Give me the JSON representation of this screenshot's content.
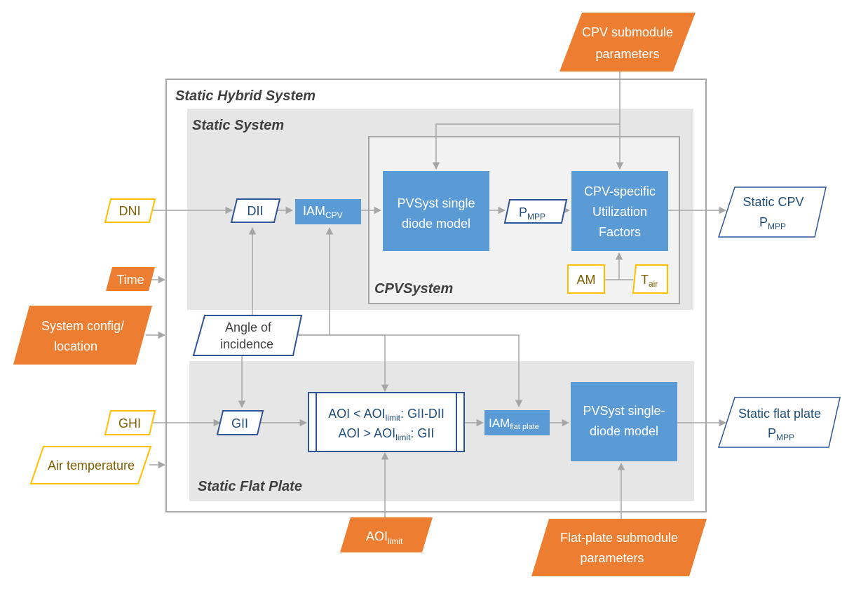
{
  "colors": {
    "orange": "#ED7D31",
    "yellow": "#FFC000",
    "blue_box": "#5B9BD5",
    "dark_blue_stroke": "#2F5597",
    "gray_panel": "#E7E6E6",
    "light_panel": "#F2F2F2",
    "gray_stroke": "#A6A6A6",
    "arrow": "#A6A6A6",
    "text_dark": "#404040",
    "text_olive": "#7F6000",
    "text_blue": "#1F4E79"
  },
  "containers": {
    "hybrid_title": "Static Hybrid System",
    "static_system_title": "Static System",
    "cpv_system_title": "CPVSystem",
    "flat_plate_title": "Static Flat Plate"
  },
  "inputs": {
    "dni": "DNI",
    "ghi": "GHI",
    "air_temperature": "Air temperature",
    "am": "AM",
    "tair_main": "T",
    "tair_sub": "air",
    "time": "Time",
    "system_config_line1": "System config/",
    "system_config_line2": "location",
    "cpv_params_line1": "CPV submodule",
    "cpv_params_line2": "parameters",
    "flat_params_line1": "Flat-plate submodule",
    "flat_params_line2": "parameters",
    "aoi_limit_main": "AOI",
    "aoi_limit_sub": "limit"
  },
  "nodes": {
    "dii": "DII",
    "gii": "GII",
    "angle_line1": "Angle of",
    "angle_line2": "incidence",
    "iam_cpv_main": "IAM",
    "iam_cpv_sub": "CPV",
    "pvsyst_cpv_line1": "PVSyst single",
    "pvsyst_cpv_line2": "diode model",
    "pmpp_main": "P",
    "pmpp_sub": "MPP",
    "util_line1": "CPV-specific",
    "util_line2": "Utilization",
    "util_line3": "Factors",
    "decision_line1_a": "AOI < AOI",
    "decision_line1_sub": "limit",
    "decision_line1_b": ": GII-DII",
    "decision_line2_a": "AOI > AOI",
    "decision_line2_sub": "limit",
    "decision_line2_b": ": GII",
    "iam_flat_main": "IAM",
    "iam_flat_sub": "flat plate",
    "pvsyst_flat_line1": "PVSyst single-",
    "pvsyst_flat_line2": "diode model"
  },
  "outputs": {
    "static_cpv_line1": "Static CPV",
    "static_cpv_main": "P",
    "static_cpv_sub": "MPP",
    "static_flat_line1": "Static flat plate",
    "static_flat_main": "P",
    "static_flat_sub": "MPP"
  }
}
